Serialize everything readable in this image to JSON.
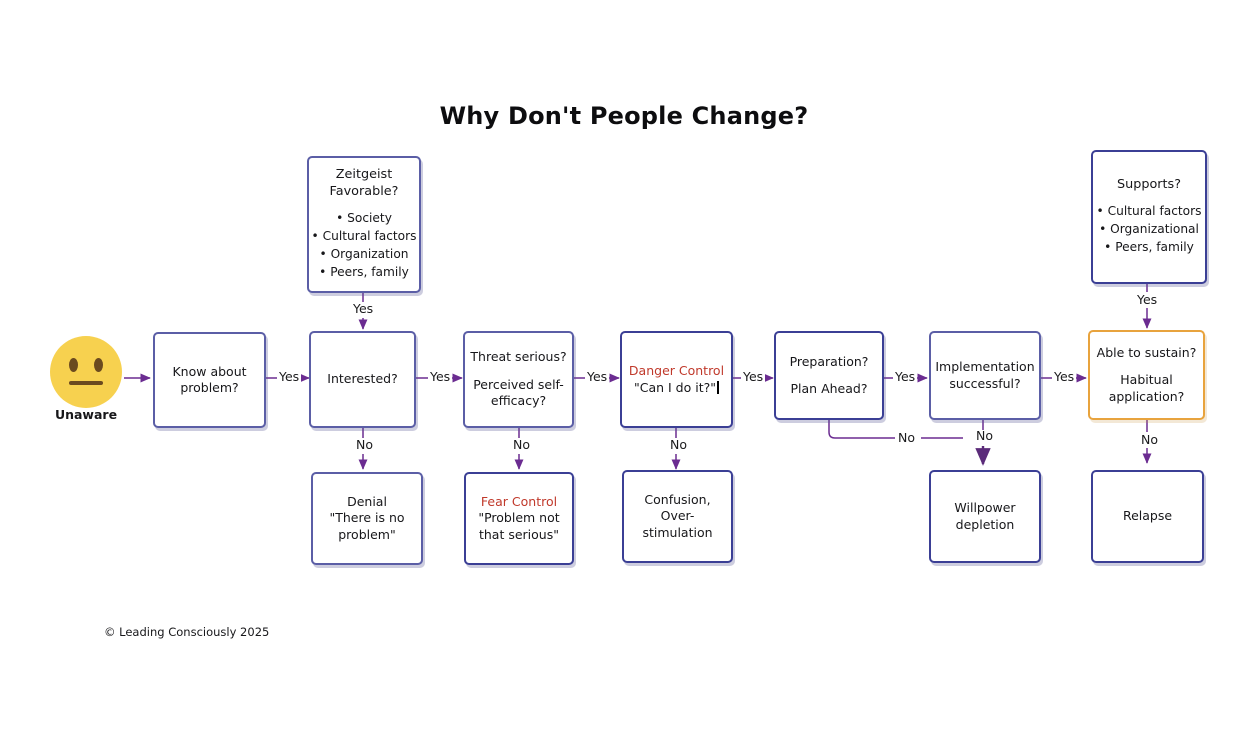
{
  "title": "Why Don't People Change?",
  "footer": "© Leading Consciously 2025",
  "colors": {
    "box_border": "#5b5ea6",
    "box_border_dark": "#3b3f95",
    "highlight_border": "#e8a33d",
    "arrow": "#6b2c91",
    "red_text": "#c0392b",
    "emoji_face": "#f7d14f",
    "emoji_features": "#6b4a1f",
    "background": "#ffffff"
  },
  "start": {
    "icon": "neutral-face-emoji",
    "label": "Unaware"
  },
  "nodes": {
    "zeitgeist": {
      "heading_line1": "Zeitgeist",
      "heading_line2": "Favorable?",
      "bullets": [
        "• Society",
        "• Cultural factors",
        "• Organization",
        "• Peers, family"
      ]
    },
    "supports": {
      "heading": "Supports?",
      "bullets": [
        "• Cultural factors",
        "• Organizational",
        "• Peers, family"
      ]
    },
    "know_about_problem": {
      "line1": "Know about",
      "line2": "problem?"
    },
    "interested": {
      "line1": "Interested?"
    },
    "threat_serious": {
      "line1": "Threat serious?",
      "line2": "Perceived self-",
      "line3": "efficacy?"
    },
    "danger_control": {
      "line1": "Danger Control",
      "line2": "\"Can I do it?\""
    },
    "preparation": {
      "line1": "Preparation?",
      "line2": "Plan Ahead?"
    },
    "implementation": {
      "line1": "Implementation",
      "line2": "successful?"
    },
    "able_to_sustain": {
      "line1": "Able to sustain?",
      "line2": "Habitual",
      "line3": "application?"
    },
    "denial": {
      "line1": "Denial",
      "line2": "\"There is no",
      "line3": "problem\""
    },
    "fear_control": {
      "line1": "Fear Control",
      "line2": "\"Problem not",
      "line3": "that serious\""
    },
    "confusion": {
      "line1": "Confusion,",
      "line2": "Over-",
      "line3": "stimulation"
    },
    "willpower": {
      "line1": "Willpower",
      "line2": "depletion"
    },
    "relapse": {
      "line1": "Relapse"
    }
  },
  "edge_labels": {
    "zeitgeist_yes": "Yes",
    "supports_yes": "Yes",
    "know_yes": "Yes",
    "interested_yes": "Yes",
    "threat_yes": "Yes",
    "danger_yes": "Yes",
    "preparation_yes": "Yes",
    "implementation_yes": "Yes",
    "interested_no": "No",
    "threat_no": "No",
    "danger_no": "No",
    "preparation_no": "No",
    "implementation_no": "No",
    "sustain_no": "No"
  }
}
